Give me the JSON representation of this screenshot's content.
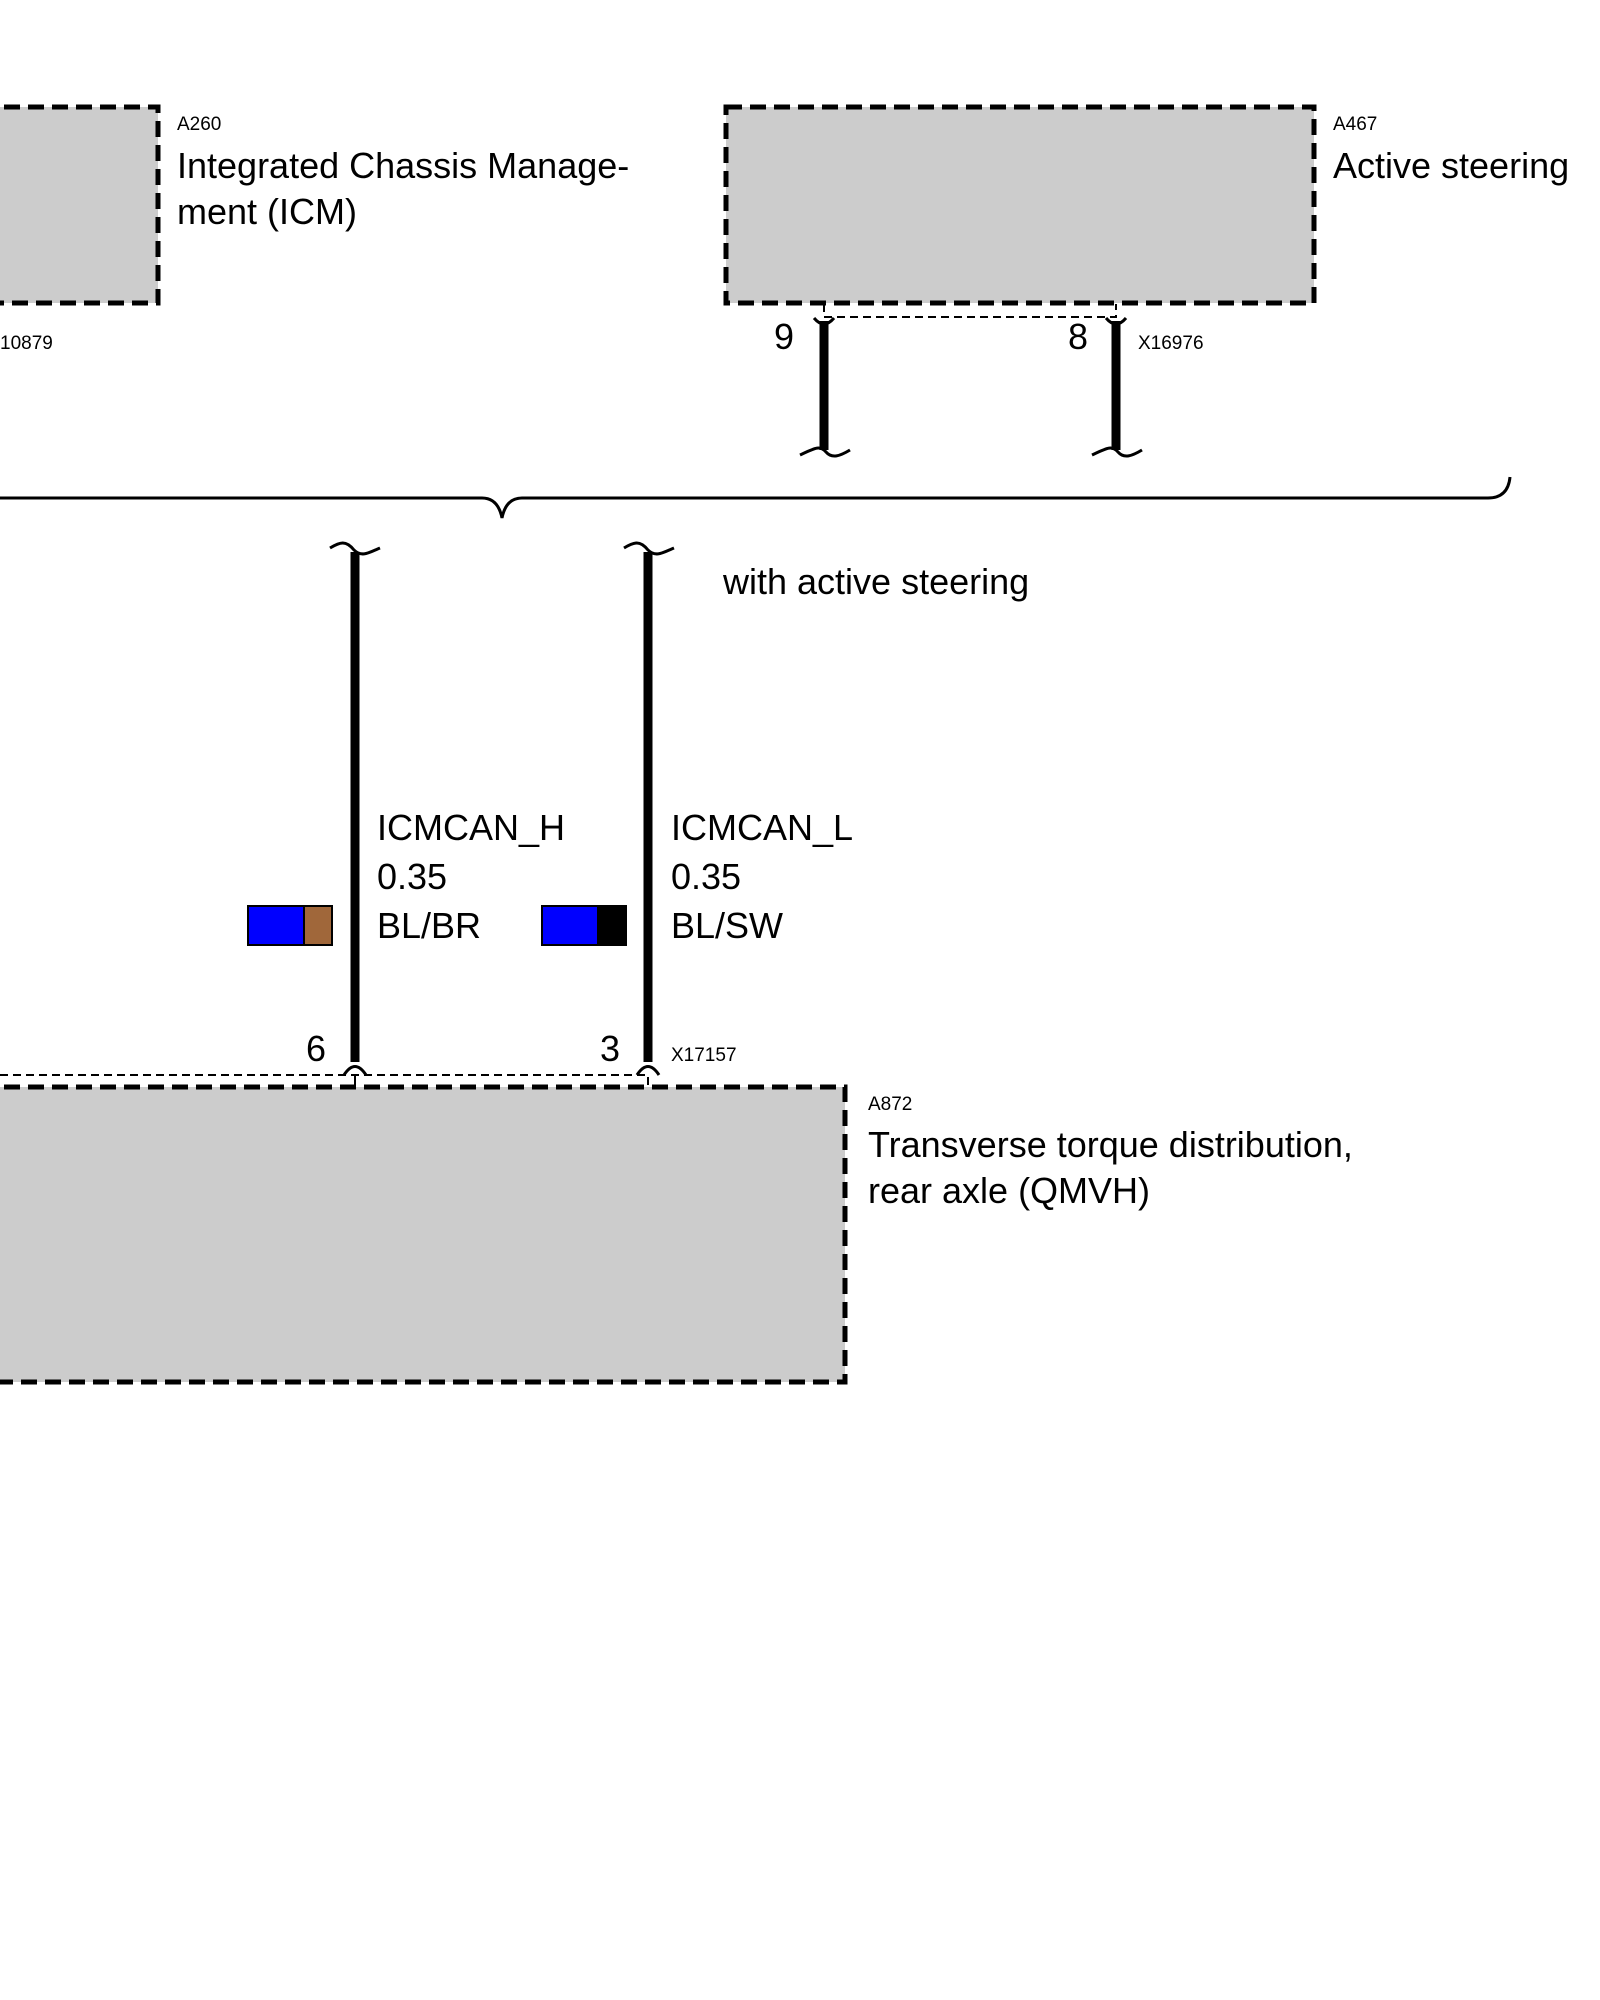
{
  "modules": {
    "icm": {
      "code": "A260",
      "name_line1": "Integrated Chassis Manage-",
      "name_line2": "ment (ICM)",
      "connector": "10879"
    },
    "active_steering": {
      "code": "A467",
      "name_line1": "Active steering",
      "connector": "X16976",
      "pin_left": "9",
      "pin_right": "8"
    },
    "qmvh": {
      "code": "A872",
      "name_line1": "Transverse torque distribution,",
      "name_line2": "rear axle (QMVH)",
      "connector": "X17157",
      "pin_left": "6",
      "pin_right": "3"
    }
  },
  "option_note": "with active steering",
  "wires": [
    {
      "signal": "ICMCAN_H",
      "gauge": "0.35",
      "color_code": "BL/BR",
      "color_primary": "#0000ff",
      "color_secondary": "#a0673a"
    },
    {
      "signal": "ICMCAN_L",
      "gauge": "0.35",
      "color_code": "BL/SW",
      "color_primary": "#0000ff",
      "color_secondary": "#000000"
    }
  ],
  "colors": {
    "module_fill": "#cccccc",
    "line": "#000000",
    "background": "#ffffff"
  }
}
